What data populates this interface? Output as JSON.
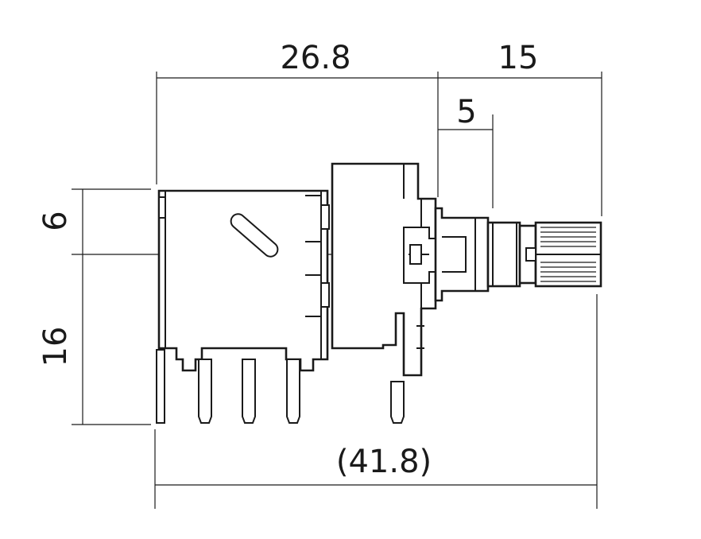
{
  "dimensions": {
    "body_length": "26.8",
    "shaft_length": "15",
    "bushing_length": "5",
    "upper_height": "6",
    "lower_height": "16",
    "overall_length": "(41.8)"
  },
  "colors": {
    "line": "#1a1a1a",
    "background": "#ffffff"
  }
}
